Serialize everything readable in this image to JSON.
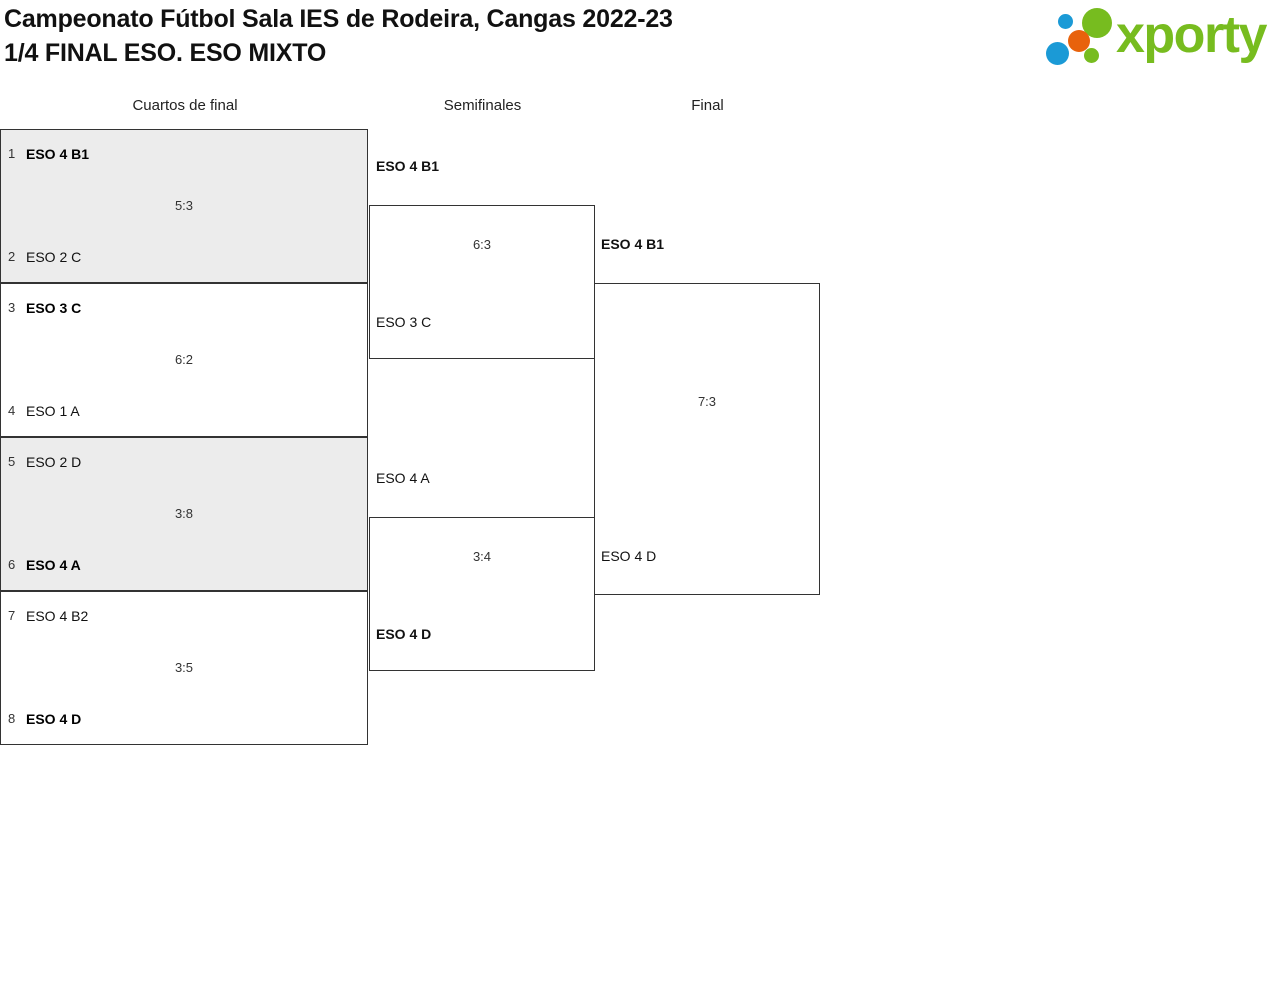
{
  "header": {
    "title_line_1": "Campeonato Fútbol Sala IES de Rodeira, Cangas 2022-23",
    "title_line_2": "1/4 FINAL ESO. ESO MIXTO",
    "logo_text": "xporty",
    "logo_colors": {
      "green": "#77bc1f",
      "blue": "#1b9ad6",
      "orange": "#e8620c"
    }
  },
  "rounds": [
    {
      "label": "Cuartos de final"
    },
    {
      "label": "Semifinales"
    },
    {
      "label": "Final"
    }
  ],
  "quarterfinals": [
    {
      "shaded": true,
      "top": {
        "seed": "1",
        "team": "ESO 4 B1",
        "winner": true
      },
      "bottom": {
        "seed": "2",
        "team": "ESO 2 C",
        "winner": false
      },
      "score": "5:3"
    },
    {
      "shaded": false,
      "top": {
        "seed": "3",
        "team": "ESO 3 C",
        "winner": true
      },
      "bottom": {
        "seed": "4",
        "team": "ESO 1 A",
        "winner": false
      },
      "score": "6:2"
    },
    {
      "shaded": true,
      "top": {
        "seed": "5",
        "team": "ESO 2 D",
        "winner": false
      },
      "bottom": {
        "seed": "6",
        "team": "ESO 4 A",
        "winner": true
      },
      "score": "3:8"
    },
    {
      "shaded": false,
      "top": {
        "seed": "7",
        "team": "ESO 4 B2",
        "winner": false
      },
      "bottom": {
        "seed": "8",
        "team": "ESO 4 D",
        "winner": true
      },
      "score": "3:5"
    }
  ],
  "semifinals": [
    {
      "top": {
        "team": "ESO 4 B1",
        "winner": true
      },
      "bottom": {
        "team": "ESO 3 C",
        "winner": false
      },
      "score": "6:3"
    },
    {
      "top": {
        "team": "ESO 4 A",
        "winner": false
      },
      "bottom": {
        "team": "ESO 4 D",
        "winner": true
      },
      "score": "3:4"
    }
  ],
  "final": {
    "top": {
      "team": "ESO 4 B1",
      "winner": true
    },
    "bottom": {
      "team": "ESO 4 D",
      "winner": false
    },
    "score": "7:3"
  }
}
